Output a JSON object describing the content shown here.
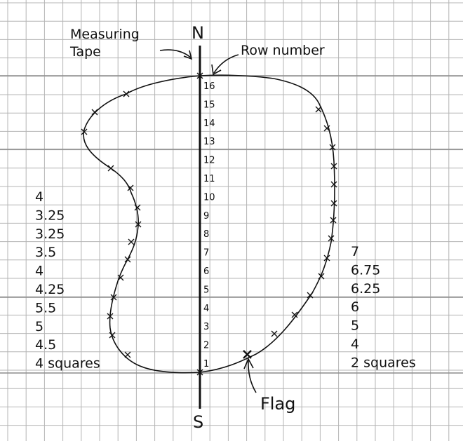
{
  "labels": {
    "measuring": "Measuring",
    "tape": "Tape",
    "north": "N",
    "south": "S",
    "row_number": "Row number",
    "flag": "Flag"
  },
  "row_numbers": [
    "16",
    "15",
    "14",
    "13",
    "12",
    "11",
    "10",
    "9",
    "8",
    "7",
    "6",
    "5",
    "4",
    "3",
    "2",
    "1"
  ],
  "left_measurements": [
    "4",
    "3.25",
    "3.25",
    "3.5",
    "4",
    "4.25",
    "5.5",
    "5",
    "4.5",
    "4 squares"
  ],
  "right_measurements": [
    "7",
    "6.75",
    "6.25",
    "6",
    "5",
    "4",
    "2 squares"
  ],
  "colors": {
    "ink": "#111111",
    "grid": "#b4b4b4"
  }
}
